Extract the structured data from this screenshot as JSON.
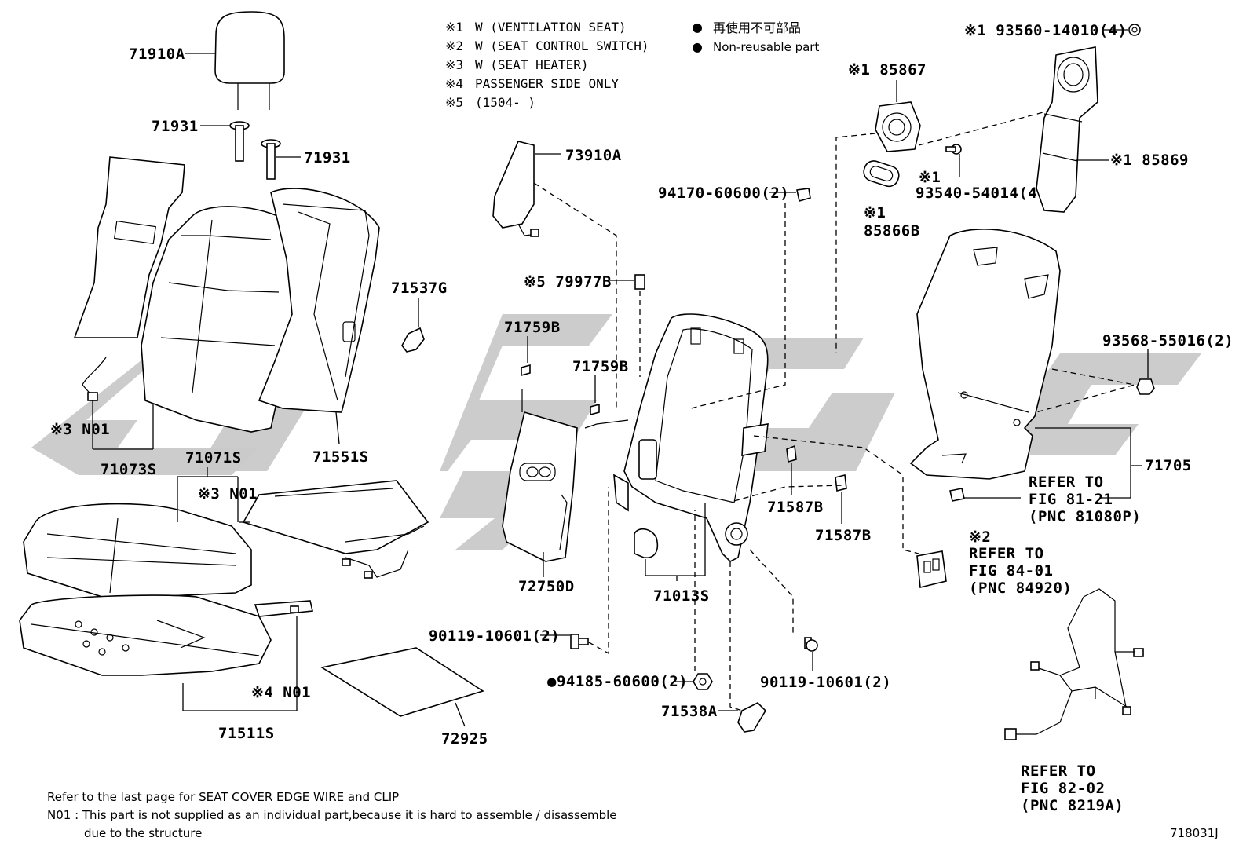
{
  "legend": {
    "notes": [
      {
        "mark": "※1",
        "text": "W (VENTILATION  SEAT)"
      },
      {
        "mark": "※2",
        "text": "W (SEAT  CONTROL  SWITCH)"
      },
      {
        "mark": "※3",
        "text": "W (SEAT  HEATER)"
      },
      {
        "mark": "※4",
        "text": "PASSENGER SIDE ONLY"
      },
      {
        "mark": "※5",
        "text": "(1504-        )"
      }
    ],
    "nonreusable": {
      "symbol": "●",
      "text_jp": "再使用不可部品",
      "text_en": "Non-reusable part"
    }
  },
  "parts": {
    "p71910A": "71910A",
    "p71931a": "71931",
    "p71931b": "71931",
    "p71073S": "71073S",
    "p71073S_note": "※3 N01",
    "p71551S": "71551S",
    "p71537G": "71537G",
    "p71071S": "71071S",
    "p71071S_note": "※3 N01",
    "p71511S": "71511S",
    "p71511S_note": "※4 N01",
    "p72925": "72925",
    "p73910A": "73910A",
    "p79977B": "※5 79977B",
    "p71759B_a": "71759B",
    "p71759B_b": "71759B",
    "p72750D": "72750D",
    "p71013S": "71013S",
    "p90119_a": "90119-10601(2)",
    "p94185": "●94185-60600(2)",
    "p94170": "94170-60600(2)",
    "p71587B_a": "71587B",
    "p71587B_b": "71587B",
    "p90119_b": "90119-10601(2)",
    "p71538A": "71538A",
    "p85867": "※1 85867",
    "p85866B_mark": "※1",
    "p85866B": "85866B",
    "p93560": "※1 93560-14010(4)",
    "p93540_mark": "※1",
    "p93540": "93540-54014(4)",
    "p85869": "※1 85869",
    "p93568": "93568-55016(2)",
    "p71705": "71705"
  },
  "references": {
    "fig81": [
      "REFER TO",
      "FIG 81-21",
      "(PNC 81080P)"
    ],
    "fig84_mark": "※2",
    "fig84": [
      "REFER TO",
      "FIG 84-01",
      "(PNC 84920)"
    ],
    "fig82": [
      "REFER TO",
      "FIG 82-02",
      "(PNC 8219A)"
    ]
  },
  "footer": {
    "line1": "Refer to the last page for SEAT COVER EDGE WIRE and CLIP",
    "line2": "N01 : This part is not supplied as an individual part,because it is hard to assemble / disassemble",
    "line3": "due to the structure",
    "figure_id": "718031J"
  }
}
